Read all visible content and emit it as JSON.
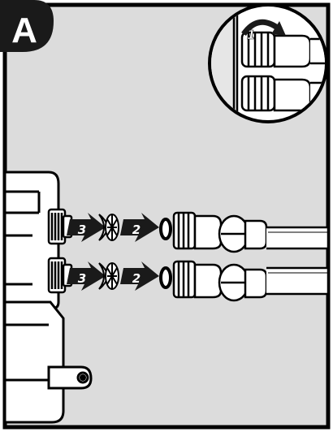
{
  "panel": {
    "label": "A"
  },
  "inset": {
    "step_label": "1"
  },
  "steps": {
    "upper": {
      "filter_arrow": "3",
      "washer_arrow": "2"
    },
    "lower": {
      "filter_arrow": "3",
      "washer_arrow": "2"
    }
  },
  "colors": {
    "panel_background": "#dcdcdc",
    "outline": "#000000",
    "badge": "#1a1a1a",
    "part_fill": "#ffffff"
  }
}
